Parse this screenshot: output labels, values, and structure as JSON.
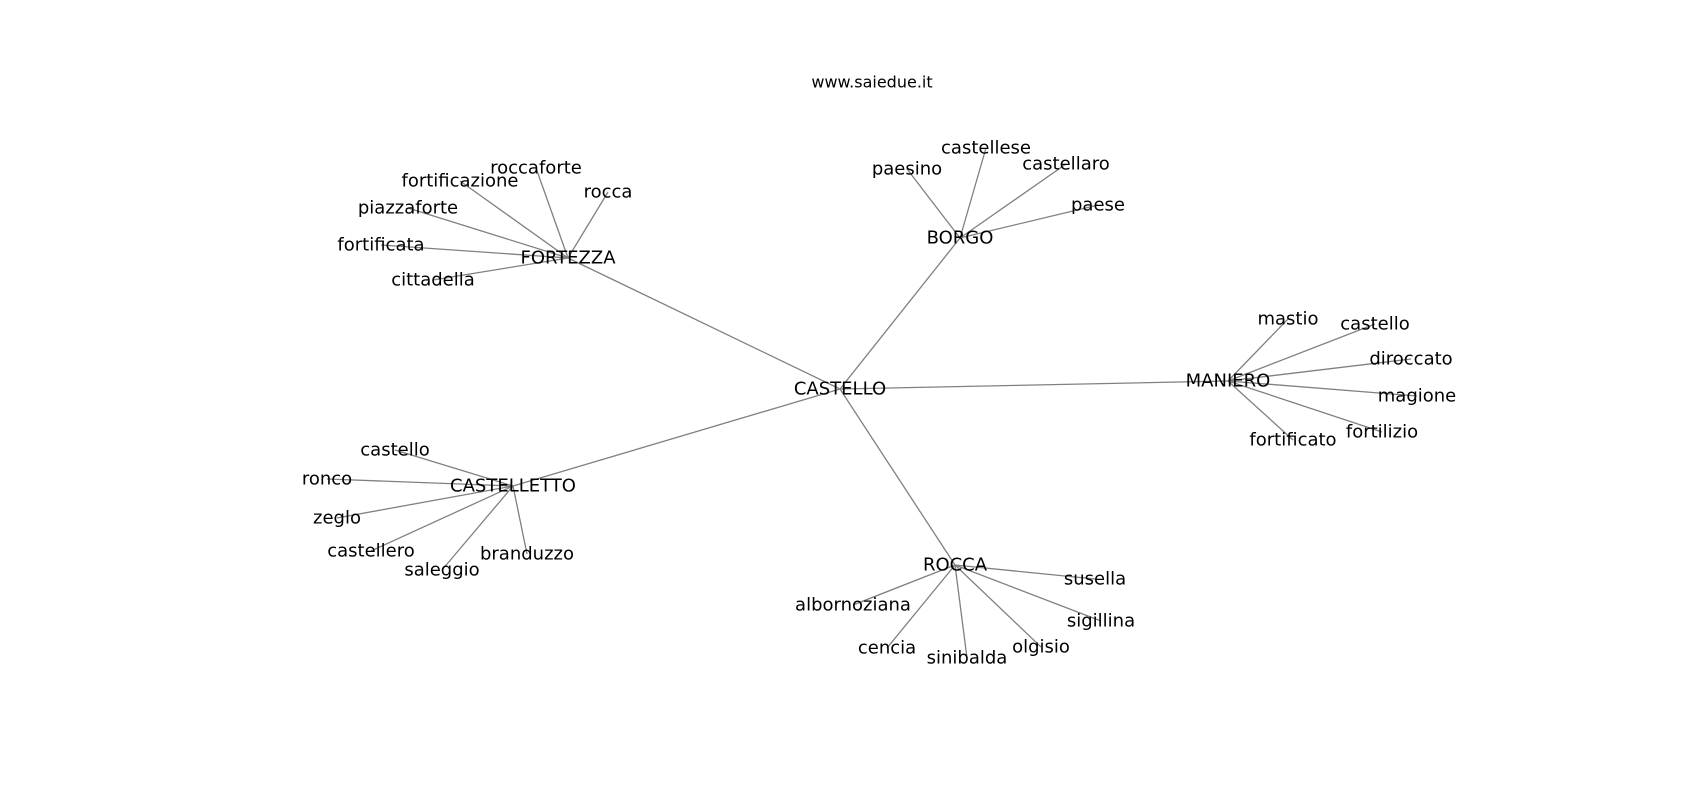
{
  "watermark": "www.saiedue.it",
  "center": "CASTELLO",
  "nodes": [
    {
      "id": "castello_center",
      "label": "CASTELLO"
    },
    {
      "id": "fortezza",
      "label": "FORTEZZA"
    },
    {
      "id": "borgo",
      "label": "BORGO"
    },
    {
      "id": "maniero",
      "label": "MANIERO"
    },
    {
      "id": "castelletto",
      "label": "CASTELLETTO"
    },
    {
      "id": "rocca_hub",
      "label": "ROCCA"
    },
    {
      "id": "roccaforte",
      "label": "roccaforte"
    },
    {
      "id": "fortificazione",
      "label": "fortificazione"
    },
    {
      "id": "rocca_f",
      "label": "rocca"
    },
    {
      "id": "piazzaforte",
      "label": "piazzaforte"
    },
    {
      "id": "fortificata",
      "label": "fortificata"
    },
    {
      "id": "cittadella",
      "label": "cittadella"
    },
    {
      "id": "castellese",
      "label": "castellese"
    },
    {
      "id": "paesino",
      "label": "paesino"
    },
    {
      "id": "castellaro",
      "label": "castellaro"
    },
    {
      "id": "paese",
      "label": "paese"
    },
    {
      "id": "mastio",
      "label": "mastio"
    },
    {
      "id": "castello_m",
      "label": "castello"
    },
    {
      "id": "diroccato",
      "label": "diroccato"
    },
    {
      "id": "magione",
      "label": "magione"
    },
    {
      "id": "fortilizio",
      "label": "fortilizio"
    },
    {
      "id": "fortificato",
      "label": "fortificato"
    },
    {
      "id": "castello_c",
      "label": "castello"
    },
    {
      "id": "ronco",
      "label": "ronco"
    },
    {
      "id": "zeglo",
      "label": "zeglo"
    },
    {
      "id": "castellero",
      "label": "castellero"
    },
    {
      "id": "saleggio",
      "label": "saleggio"
    },
    {
      "id": "branduzzo",
      "label": "branduzzo"
    },
    {
      "id": "susella",
      "label": "susella"
    },
    {
      "id": "albornoziana",
      "label": "albornoziana"
    },
    {
      "id": "sigillina",
      "label": "sigillina"
    },
    {
      "id": "olgisio",
      "label": "olgisio"
    },
    {
      "id": "cencia",
      "label": "cencia"
    },
    {
      "id": "sinibalda",
      "label": "sinibalda"
    }
  ],
  "edges": [
    [
      "castello_center",
      "fortezza"
    ],
    [
      "castello_center",
      "borgo"
    ],
    [
      "castello_center",
      "maniero"
    ],
    [
      "castello_center",
      "castelletto"
    ],
    [
      "castello_center",
      "rocca_hub"
    ],
    [
      "fortezza",
      "roccaforte"
    ],
    [
      "fortezza",
      "fortificazione"
    ],
    [
      "fortezza",
      "rocca_f"
    ],
    [
      "fortezza",
      "piazzaforte"
    ],
    [
      "fortezza",
      "fortificata"
    ],
    [
      "fortezza",
      "cittadella"
    ],
    [
      "borgo",
      "castellese"
    ],
    [
      "borgo",
      "paesino"
    ],
    [
      "borgo",
      "castellaro"
    ],
    [
      "borgo",
      "paese"
    ],
    [
      "maniero",
      "mastio"
    ],
    [
      "maniero",
      "castello_m"
    ],
    [
      "maniero",
      "diroccato"
    ],
    [
      "maniero",
      "magione"
    ],
    [
      "maniero",
      "fortilizio"
    ],
    [
      "maniero",
      "fortificato"
    ],
    [
      "castelletto",
      "castello_c"
    ],
    [
      "castelletto",
      "ronco"
    ],
    [
      "castelletto",
      "zeglo"
    ],
    [
      "castelletto",
      "castellero"
    ],
    [
      "castelletto",
      "saleggio"
    ],
    [
      "castelletto",
      "branduzzo"
    ],
    [
      "rocca_hub",
      "susella"
    ],
    [
      "rocca_hub",
      "albornoziana"
    ],
    [
      "rocca_hub",
      "sigillina"
    ],
    [
      "rocca_hub",
      "olgisio"
    ],
    [
      "rocca_hub",
      "cencia"
    ],
    [
      "rocca_hub",
      "sinibalda"
    ]
  ]
}
